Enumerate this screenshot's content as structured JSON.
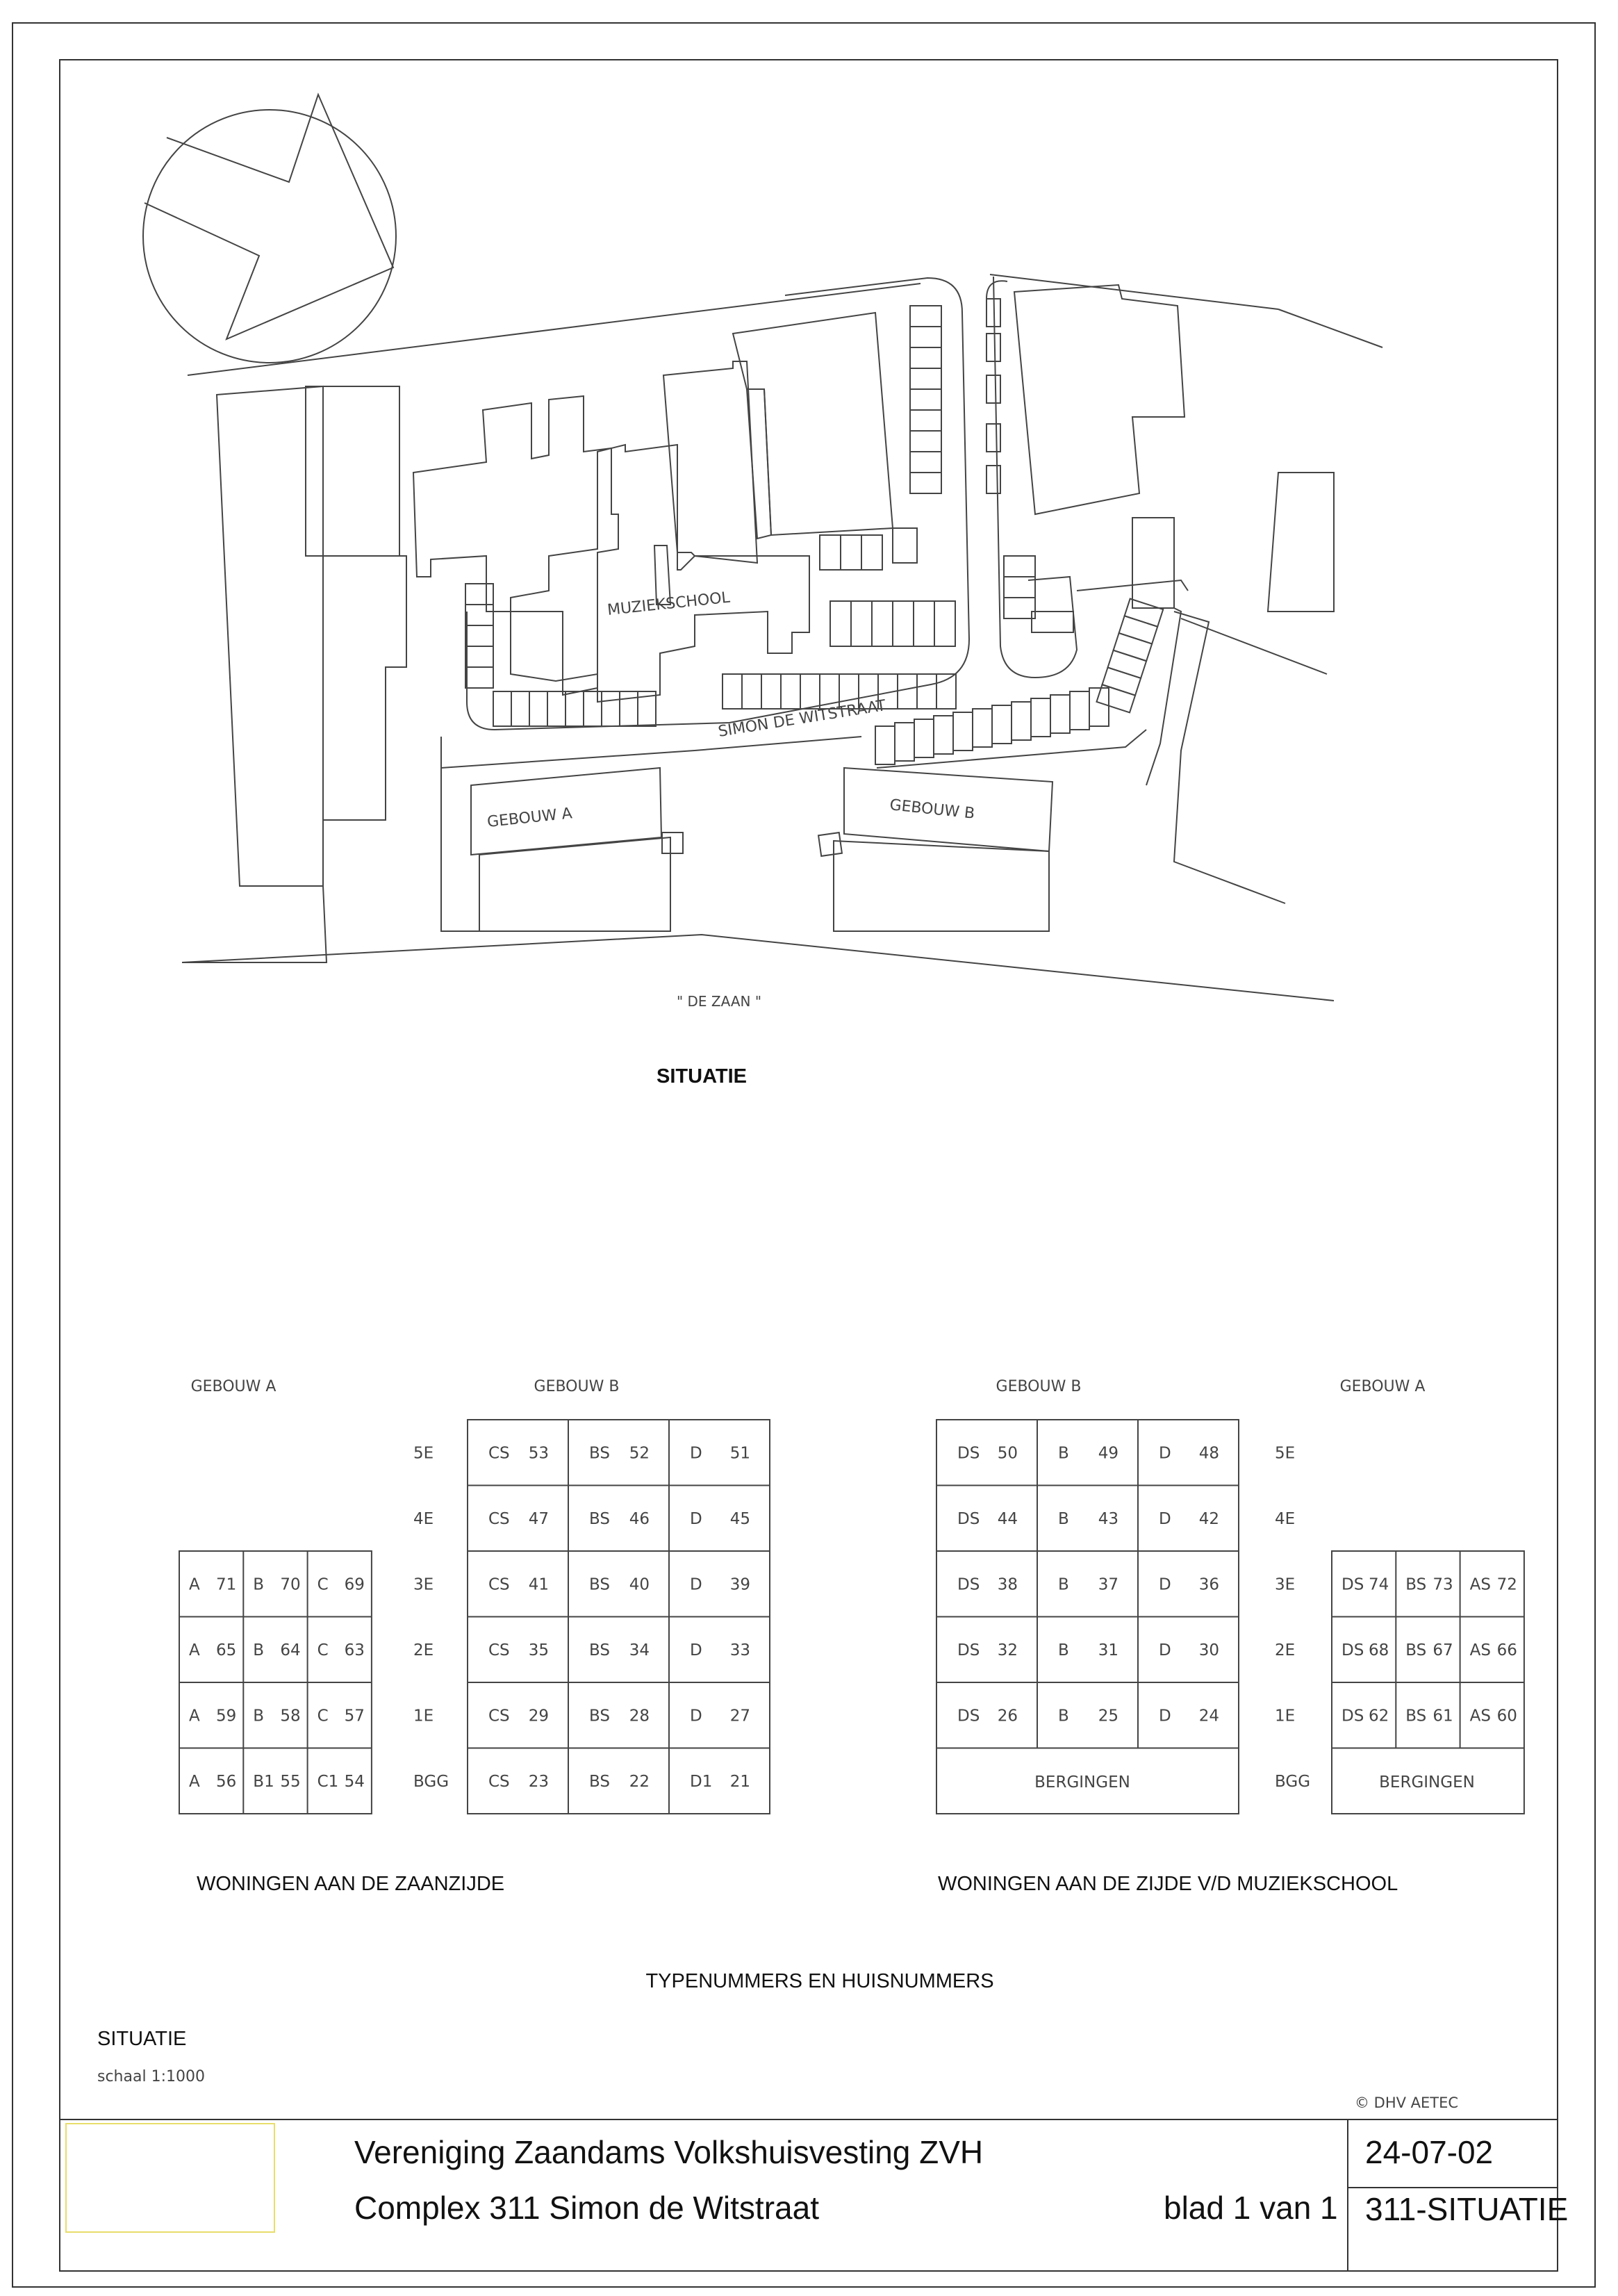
{
  "site_plan": {
    "title": "SITUATIE",
    "labels": {
      "school": "MUZIEKSCHOOL",
      "street": "SIMON DE WITSTRAAT",
      "building_a": "GEBOUW A",
      "building_b": "GEBOUW B",
      "river": "\" DE ZAAN \""
    }
  },
  "tables": {
    "floor_labels": [
      "5E",
      "4E",
      "3E",
      "2E",
      "1E",
      "BGG"
    ],
    "zaanzijde": {
      "heading_a": "GEBOUW A",
      "heading_b": "GEBOUW B",
      "caption": "WONINGEN AAN DE ZAANZIJDE",
      "gebouw_a_rows": [
        [
          [
            "A",
            "71"
          ],
          [
            "B",
            "70"
          ],
          [
            "C",
            "69"
          ]
        ],
        [
          [
            "A",
            "65"
          ],
          [
            "B",
            "64"
          ],
          [
            "C",
            "63"
          ]
        ],
        [
          [
            "A",
            "59"
          ],
          [
            "B",
            "58"
          ],
          [
            "C",
            "57"
          ]
        ],
        [
          [
            "A",
            "56"
          ],
          [
            "B1",
            "55"
          ],
          [
            "C1",
            "54"
          ]
        ]
      ],
      "gebouw_b_rows": [
        [
          [
            "CS",
            "53"
          ],
          [
            "BS",
            "52"
          ],
          [
            "D",
            "51"
          ]
        ],
        [
          [
            "CS",
            "47"
          ],
          [
            "BS",
            "46"
          ],
          [
            "D",
            "45"
          ]
        ],
        [
          [
            "CS",
            "41"
          ],
          [
            "BS",
            "40"
          ],
          [
            "D",
            "39"
          ]
        ],
        [
          [
            "CS",
            "35"
          ],
          [
            "BS",
            "34"
          ],
          [
            "D",
            "33"
          ]
        ],
        [
          [
            "CS",
            "29"
          ],
          [
            "BS",
            "28"
          ],
          [
            "D",
            "27"
          ]
        ],
        [
          [
            "CS",
            "23"
          ],
          [
            "BS",
            "22"
          ],
          [
            "D1",
            "21"
          ]
        ]
      ]
    },
    "muziekschool": {
      "heading_b": "GEBOUW B",
      "heading_a": "GEBOUW A",
      "caption": "WONINGEN AAN DE ZIJDE V/D MUZIEKSCHOOL",
      "gebouw_b_rows": [
        [
          [
            "DS",
            "50"
          ],
          [
            "B",
            "49"
          ],
          [
            "D",
            "48"
          ]
        ],
        [
          [
            "DS",
            "44"
          ],
          [
            "B",
            "43"
          ],
          [
            "D",
            "42"
          ]
        ],
        [
          [
            "DS",
            "38"
          ],
          [
            "B",
            "37"
          ],
          [
            "D",
            "36"
          ]
        ],
        [
          [
            "DS",
            "32"
          ],
          [
            "B",
            "31"
          ],
          [
            "D",
            "30"
          ]
        ],
        [
          [
            "DS",
            "26"
          ],
          [
            "B",
            "25"
          ],
          [
            "D",
            "24"
          ]
        ]
      ],
      "gebouw_b_ground": "BERGINGEN",
      "gebouw_a_rows": [
        [
          [
            "DS",
            "74"
          ],
          [
            "BS",
            "73"
          ],
          [
            "AS",
            "72"
          ]
        ],
        [
          [
            "DS",
            "68"
          ],
          [
            "BS",
            "67"
          ],
          [
            "AS",
            "66"
          ]
        ],
        [
          [
            "DS",
            "62"
          ],
          [
            "BS",
            "61"
          ],
          [
            "AS",
            "60"
          ]
        ]
      ],
      "gebouw_a_ground": "BERGINGEN"
    },
    "section_title": "TYPENUMMERS EN HUISNUMMERS"
  },
  "drawing": {
    "title": "SITUATIE",
    "scale": "schaal 1:1000",
    "copyright": "© DHV AETEC"
  },
  "title_block": {
    "client": "Vereniging Zaandams Volkshuisvesting ZVH",
    "project": "Complex 311 Simon de Witstraat",
    "sheet": "blad 1 van 1",
    "date": "24-07-02",
    "drawing_number": "311-SITUATIE"
  }
}
